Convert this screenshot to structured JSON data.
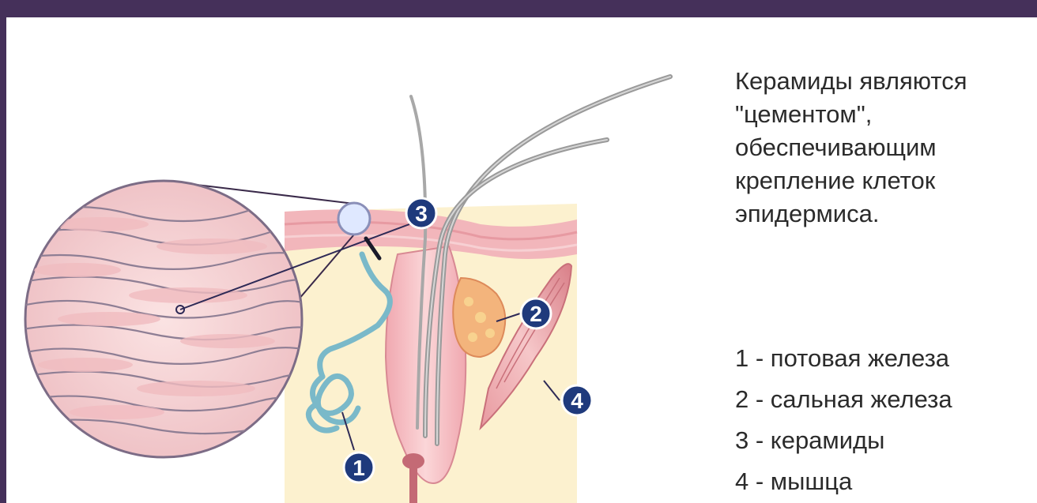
{
  "description": {
    "lines": [
      "Керамиды являются",
      "\"цементом\",",
      "обеспечивающим",
      "крепление клеток",
      "эпидермиса."
    ]
  },
  "legend": {
    "items": [
      "1 - потовая железа",
      "2 - сальная железа",
      "3 - керамиды",
      "4 - мышца"
    ]
  },
  "markers": {
    "m1": "1",
    "m2": "2",
    "m3": "3",
    "m4": "4"
  },
  "colors": {
    "frame": "#45305a",
    "marker": "#1f3a7c",
    "skin": "#f2b8bd",
    "dermis": "#fbefc9",
    "gland": "#7ab9c9",
    "muscle": "#dc8a92"
  }
}
